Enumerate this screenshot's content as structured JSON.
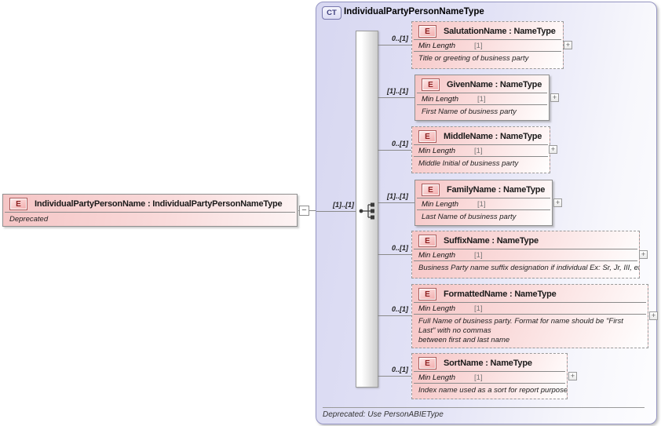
{
  "icons": {
    "element_badge": "E",
    "complex_type_badge": "CT",
    "expand_icon": "+",
    "collapse_icon": "−",
    "compositor_icon": "sequence"
  },
  "colors": {
    "element_fill": "#f6c5c5",
    "element_badge_text": "#8d1f1f",
    "container_fill": "#d7d7f1",
    "container_border": "#9595c3",
    "ct_badge_border": "#7777ad",
    "connector_line": "#8a8a8a"
  },
  "root_element": {
    "title": "IndividualPartyPersonName : IndividualPartyPersonNameType",
    "annotation": "Deprecated"
  },
  "link": {
    "cardinality": "[1]..[1]"
  },
  "complex_type": {
    "title": "IndividualPartyPersonNameType",
    "footer": "Deprecated: Use PersonABIEType",
    "children": [
      {
        "title": "SalutationName : NameType",
        "cardinality": "0..[1]",
        "facet_label": "Min Length",
        "facet_value": "[1]",
        "description": "Title or greeting of business party"
      },
      {
        "title": "GivenName : NameType",
        "cardinality": "[1]..[1]",
        "facet_label": "Min Length",
        "facet_value": "[1]",
        "description": "First Name of business party"
      },
      {
        "title": "MiddleName : NameType",
        "cardinality": "0..[1]",
        "facet_label": "Min Length",
        "facet_value": "[1]",
        "description": "Middle Initial of business party"
      },
      {
        "title": "FamilyName : NameType",
        "cardinality": "[1]..[1]",
        "facet_label": "Min Length",
        "facet_value": "[1]",
        "description": "Last Name of business party"
      },
      {
        "title": "SuffixName : NameType",
        "cardinality": "0..[1]",
        "facet_label": "Min Length",
        "facet_value": "[1]",
        "description": "Business Party name suffix designation if individual Ex: Sr, Jr, III, etc."
      },
      {
        "title": "FormattedName : NameType",
        "cardinality": "0..[1]",
        "facet_label": "Min Length",
        "facet_value": "[1]",
        "description": "Full Name of business party. Format for name should be \"First Last\" with no commas\nbetween first and last name"
      },
      {
        "title": "SortName : NameType",
        "cardinality": "0..[1]",
        "facet_label": "Min Length",
        "facet_value": "[1]",
        "description": "Index name used as a sort for report purposes"
      }
    ]
  }
}
